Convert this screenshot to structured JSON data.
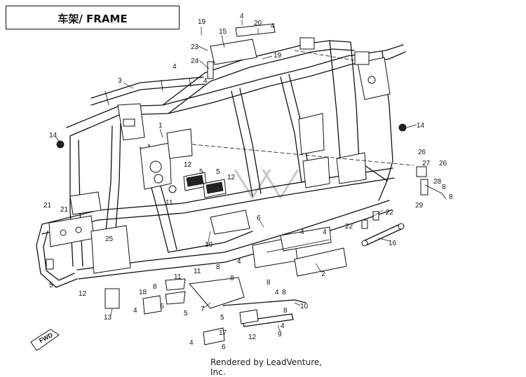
{
  "header": {
    "title": "车架/ FRAME"
  },
  "footer": {
    "credit": "Rendered by LeadVenture, Inc."
  },
  "direction_badge": {
    "label": "FWD"
  },
  "callouts": [
    "19",
    "4",
    "20",
    "15",
    "4",
    "23",
    "19",
    "24",
    "3",
    "4",
    "4",
    "1",
    "14",
    "14",
    "26",
    "26",
    "27",
    "28",
    "8",
    "8",
    "29",
    "22",
    "22",
    "16",
    "21",
    "21",
    "25",
    "11",
    "5",
    "5",
    "12",
    "12",
    "6",
    "10",
    "4",
    "4",
    "8",
    "4",
    "11",
    "8",
    "8",
    "2",
    "4",
    "11",
    "8",
    "18",
    "6",
    "5",
    "13",
    "4",
    "5",
    "8",
    "7",
    "8",
    "10",
    "9",
    "12",
    "17",
    "6",
    "4",
    "5",
    "12",
    "4"
  ]
}
